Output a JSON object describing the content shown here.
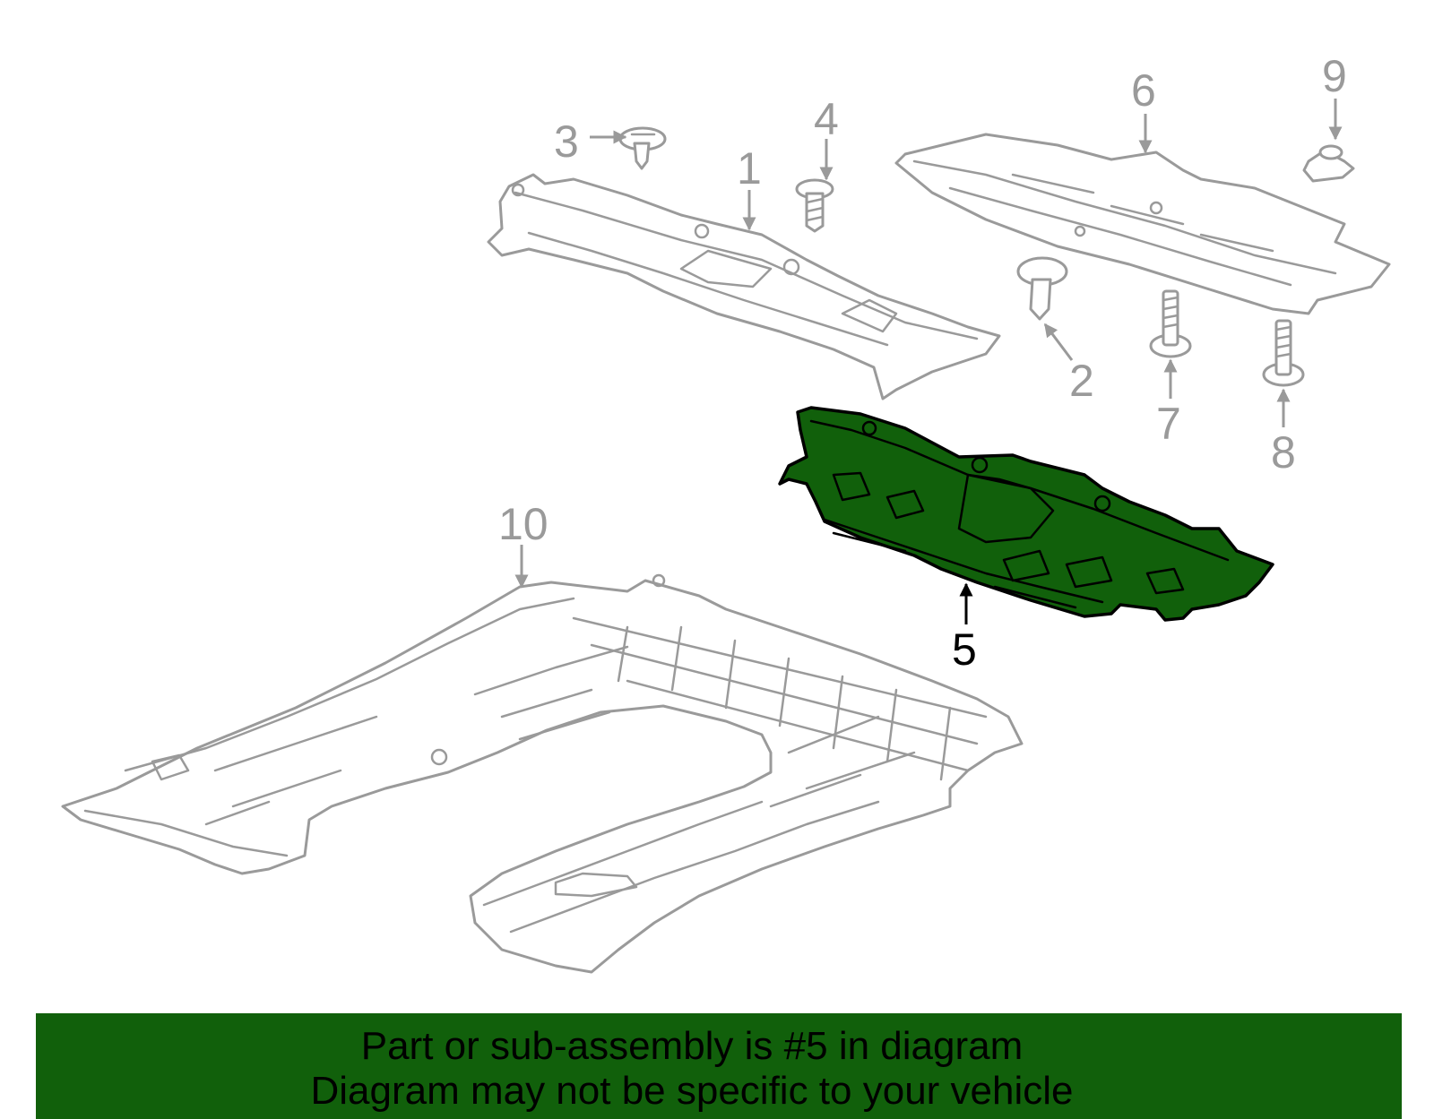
{
  "diagram": {
    "highlighted_part": "5",
    "highlight_color": "#11600b",
    "callouts": [
      {
        "id": "1"
      },
      {
        "id": "2"
      },
      {
        "id": "3"
      },
      {
        "id": "4"
      },
      {
        "id": "5"
      },
      {
        "id": "6"
      },
      {
        "id": "7"
      },
      {
        "id": "8"
      },
      {
        "id": "9"
      },
      {
        "id": "10"
      }
    ]
  },
  "banner": {
    "line1": "Part or sub-assembly is #5 in diagram",
    "line2": "Diagram may not be specific to your vehicle",
    "background": "#11600b"
  }
}
